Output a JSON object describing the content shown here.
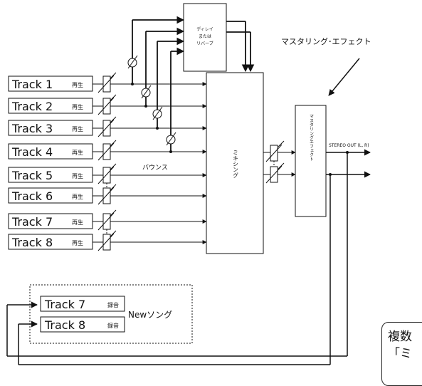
{
  "tracks": [
    {
      "name": "Track 1",
      "mode": "再生"
    },
    {
      "name": "Track 2",
      "mode": "再生"
    },
    {
      "name": "Track 3",
      "mode": "再生"
    },
    {
      "name": "Track 4",
      "mode": "再生"
    },
    {
      "name": "Track 5",
      "mode": "再生"
    },
    {
      "name": "Track 6",
      "mode": "再生"
    },
    {
      "name": "Track 7",
      "mode": "再生"
    },
    {
      "name": "Track 8",
      "mode": "再生"
    }
  ],
  "new_tracks": [
    {
      "name": "Track 7",
      "mode": "録音"
    },
    {
      "name": "Track 8",
      "mode": "録音"
    }
  ],
  "new_song_label": "Newソング",
  "delay_box": [
    "ディレイ",
    "または",
    "リバーブ"
  ],
  "mixing_box": "ミキシング",
  "mastering_box": "マスタリングエフェクト",
  "mastering_callout": "マスタリング･エフェクト",
  "bounce_label": "バウンス",
  "stereo_out_label": "STEREO OUT (L, R)",
  "callout_text": [
    "複数",
    "「ミ"
  ]
}
